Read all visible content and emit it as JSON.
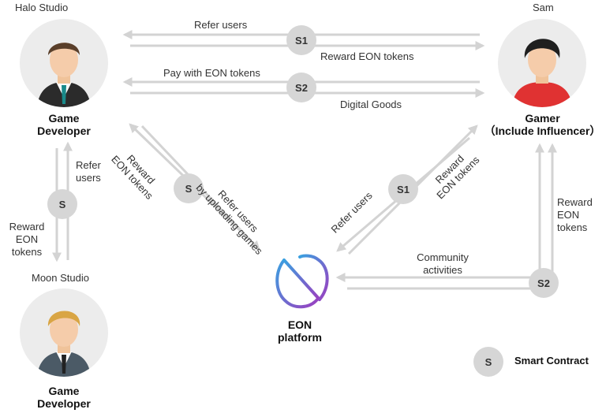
{
  "actors": {
    "halo": {
      "name": "Halo Studio",
      "role_line1": "Game",
      "role_line2": "Developer",
      "avatar_icon": "game-developer-avatar-icon"
    },
    "moon": {
      "name": "Moon Studio",
      "role_line1": "Game",
      "role_line2": "Developer",
      "avatar_icon": "game-developer-avatar-icon"
    },
    "sam": {
      "name": "Sam",
      "role_line1": "Gamer",
      "role_line2": "（Include Influencer）",
      "avatar_icon": "gamer-avatar-icon"
    },
    "platform": {
      "line1": "EON",
      "line2": "platform",
      "logo_icon": "eon-logo-icon"
    }
  },
  "flows": {
    "top_s1": {
      "badge": "S1",
      "upper": "Refer users",
      "lower": "Reward EON tokens"
    },
    "top_s2": {
      "badge": "S2",
      "upper": "Pay with EON tokens",
      "lower": "Digital Goods"
    },
    "left_s": {
      "badge": "S",
      "right_l1": "Refer",
      "right_l2": "users",
      "left_l1": "Reward",
      "left_l2": "EON",
      "left_l3": "tokens"
    },
    "diag_left": {
      "badge": "S",
      "a_l1": "Reward",
      "a_l2": "EON tokens",
      "b_l1": "Refer users",
      "b_l2": "by uploading games"
    },
    "diag_right": {
      "badge": "S1",
      "a": "Refer users",
      "b_l1": "Reward",
      "b_l2": "EON tokens"
    },
    "bottom_s2": {
      "badge": "S2",
      "upper_l1": "Community",
      "upper_l2": "activities"
    },
    "right_vert": {
      "l1": "Reward",
      "l2": "EON",
      "l3": "tokens"
    }
  },
  "legend": {
    "badge": "S",
    "label": "Smart Contract"
  },
  "colors": {
    "arrow": "#d3d3d3",
    "badge": "#d6d6d6",
    "logo_start": "#3aa0e0",
    "logo_end": "#9b3fc0"
  }
}
